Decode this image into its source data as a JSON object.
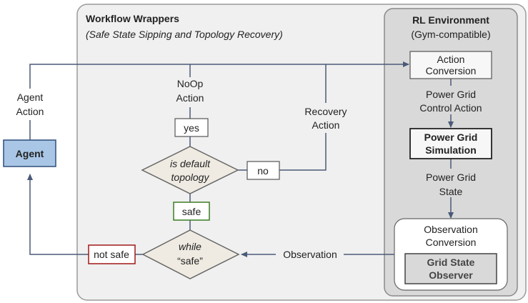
{
  "wrappers": {
    "title": "Workflow Wrappers",
    "subtitle": "(Safe State Sipping and Topology Recovery)"
  },
  "env": {
    "title": "RL Environment",
    "subtitle": "(Gym-compatible)",
    "action_conversion": [
      "Action",
      "Conversion"
    ],
    "control_action": [
      "Power Grid",
      "Control Action"
    ],
    "simulation": [
      "Power Grid",
      "Simulation"
    ],
    "state": [
      "Power Grid",
      "State"
    ],
    "observation_conversion": [
      "Observation",
      "Conversion"
    ],
    "observer": [
      "Grid State",
      "Observer"
    ]
  },
  "agent": {
    "label": "Agent",
    "action": [
      "Agent",
      "Action"
    ]
  },
  "flow": {
    "noop": [
      "NoOp",
      "Action"
    ],
    "yes": "yes",
    "default_check": [
      "is default",
      "topology"
    ],
    "no": "no",
    "recovery": [
      "Recovery",
      "Action"
    ],
    "safe": "safe",
    "while_check": [
      "while",
      "“safe”"
    ],
    "not_safe": "not safe",
    "observation": "Observation"
  },
  "colors": {
    "agent_fill": "#a9c6e6",
    "agent_stroke": "#2f4f7a",
    "safe_stroke": "#3b7d23",
    "not_safe_stroke": "#a01818",
    "diamond_fill": "#efebe2",
    "arrow": "#4a5a78"
  }
}
